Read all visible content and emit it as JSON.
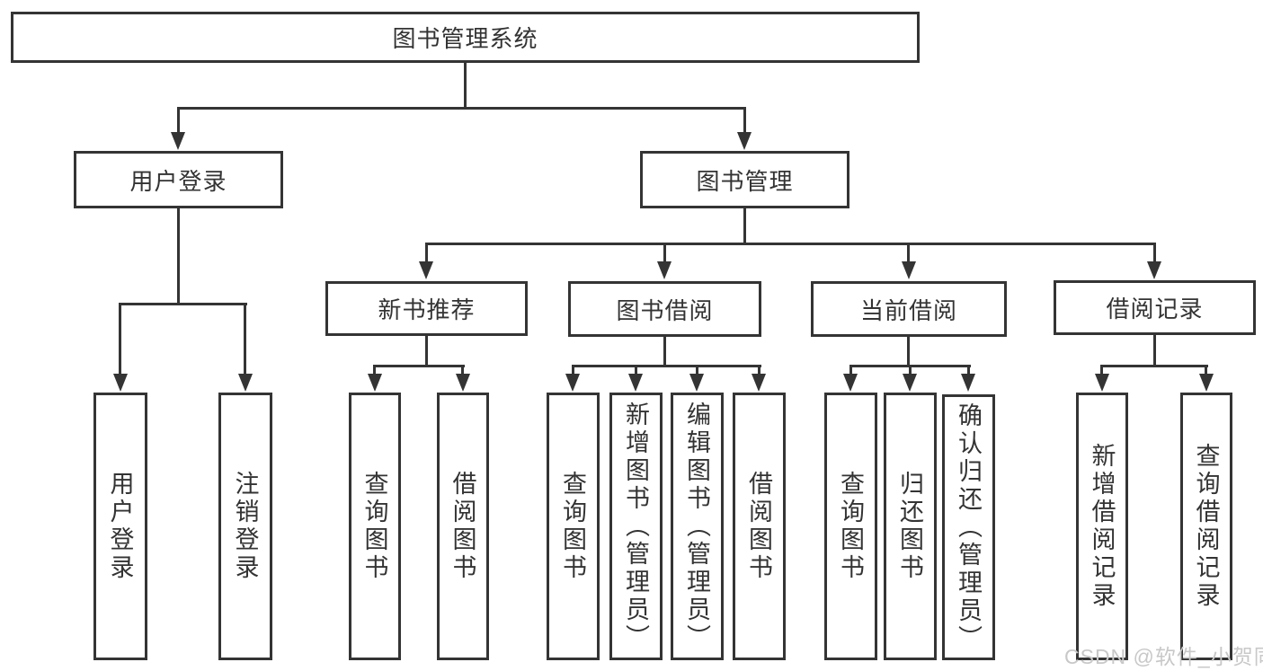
{
  "colors": {
    "line": "#343434",
    "text": "#333333",
    "watermark": "#c8c8c8",
    "background": "#ffffff"
  },
  "watermark": {
    "text": "CSDN @软件_小贺同学"
  },
  "tree": {
    "label": "图书管理系统",
    "children": [
      {
        "label": "用户登录",
        "children": [
          {
            "label": "用户登录"
          },
          {
            "label": "注销登录"
          }
        ]
      },
      {
        "label": "图书管理",
        "children": [
          {
            "label": "新书推荐",
            "children": [
              {
                "label": "查询图书"
              },
              {
                "label": "借阅图书"
              }
            ]
          },
          {
            "label": "图书借阅",
            "children": [
              {
                "label": "查询图书"
              },
              {
                "label": "新增图书（管理员）"
              },
              {
                "label": "编辑图书（管理员）"
              },
              {
                "label": "借阅图书"
              }
            ]
          },
          {
            "label": "当前借阅",
            "children": [
              {
                "label": "查询图书"
              },
              {
                "label": "归还图书"
              },
              {
                "label": "确认归还（管理员）"
              }
            ]
          },
          {
            "label": "借阅记录",
            "children": [
              {
                "label": "新增借阅记录"
              },
              {
                "label": "查询借阅记录"
              }
            ]
          }
        ]
      }
    ]
  }
}
